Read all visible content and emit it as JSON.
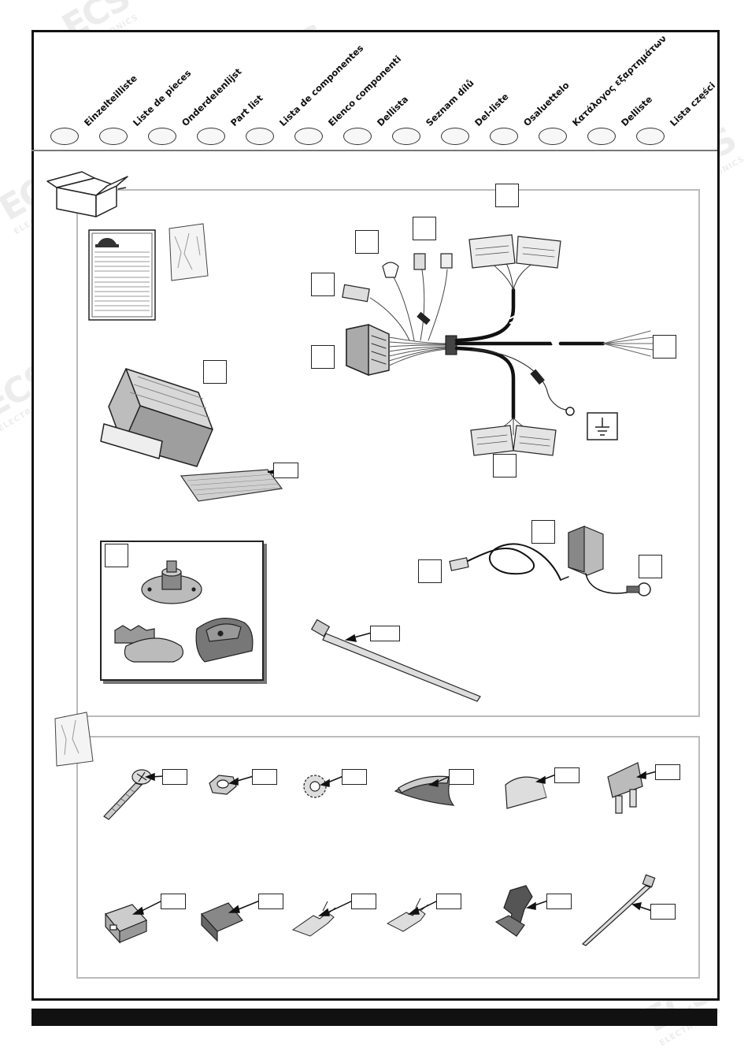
{
  "header": {
    "languages": [
      "Einzelteilliste",
      "Liste de pieces",
      "Onderdelenlijst",
      "Part list",
      "Lista de componentes",
      "Elenco componenti",
      "Dellista",
      "Seznam dílů",
      "Del-liste",
      "Osaluettelo",
      "Κατάλογος εξαρτημάτων",
      "Delliste",
      "Lista części"
    ]
  },
  "watermark": {
    "brand": "ECS",
    "subtitle": "ELECTRONICS"
  }
}
